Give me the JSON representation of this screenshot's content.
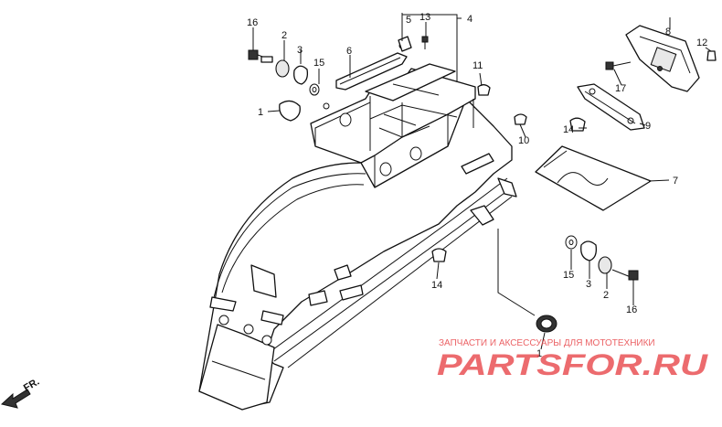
{
  "diagram": {
    "callouts": [
      "1",
      "2",
      "3",
      "4",
      "5",
      "6",
      "7",
      "8",
      "9",
      "10",
      "11",
      "12",
      "13",
      "14",
      "15",
      "16",
      "17"
    ],
    "front_indicator": "FR.",
    "watermark": {
      "tagline": "ЗАПЧАСТИ И АКСЕССУАРЫ ДЛЯ МОТОТЕХНИКИ",
      "logo_text": "PARTSFOR.RU",
      "color": "#e8474b"
    }
  }
}
